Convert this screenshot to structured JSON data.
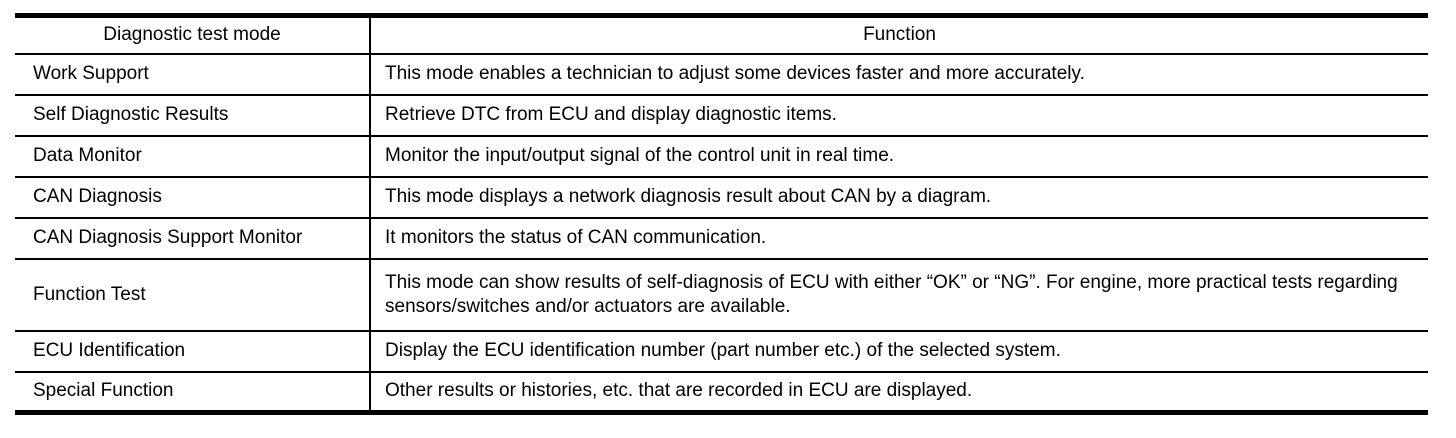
{
  "page": {
    "background_color": "#ffffff",
    "text_color": "#000000",
    "border_color": "#000000"
  },
  "table": {
    "columns": [
      "Diagnostic test mode",
      "Function"
    ],
    "rows": [
      {
        "mode": "Work Support",
        "function": "This mode enables a technician to adjust some devices faster and more accurately."
      },
      {
        "mode": "Self Diagnostic Results",
        "function": "Retrieve DTC from ECU and display diagnostic items."
      },
      {
        "mode": "Data Monitor",
        "function": "Monitor the input/output signal of the control unit in real time."
      },
      {
        "mode": "CAN Diagnosis",
        "function": "This mode displays a network diagnosis result about CAN by a diagram."
      },
      {
        "mode": "CAN Diagnosis Support Monitor",
        "function": "It monitors the status of CAN communication."
      },
      {
        "mode": "Function Test",
        "function": "This mode can show results of self-diagnosis of ECU with either “OK” or “NG”. For engine, more practical tests regarding sensors/switches and/or actuators are available."
      },
      {
        "mode": "ECU Identification",
        "function": "Display the ECU identification number (part number etc.) of the selected system."
      },
      {
        "mode": "Special Function",
        "function": "Other results or histories, etc. that are recorded in ECU are displayed."
      }
    ]
  }
}
